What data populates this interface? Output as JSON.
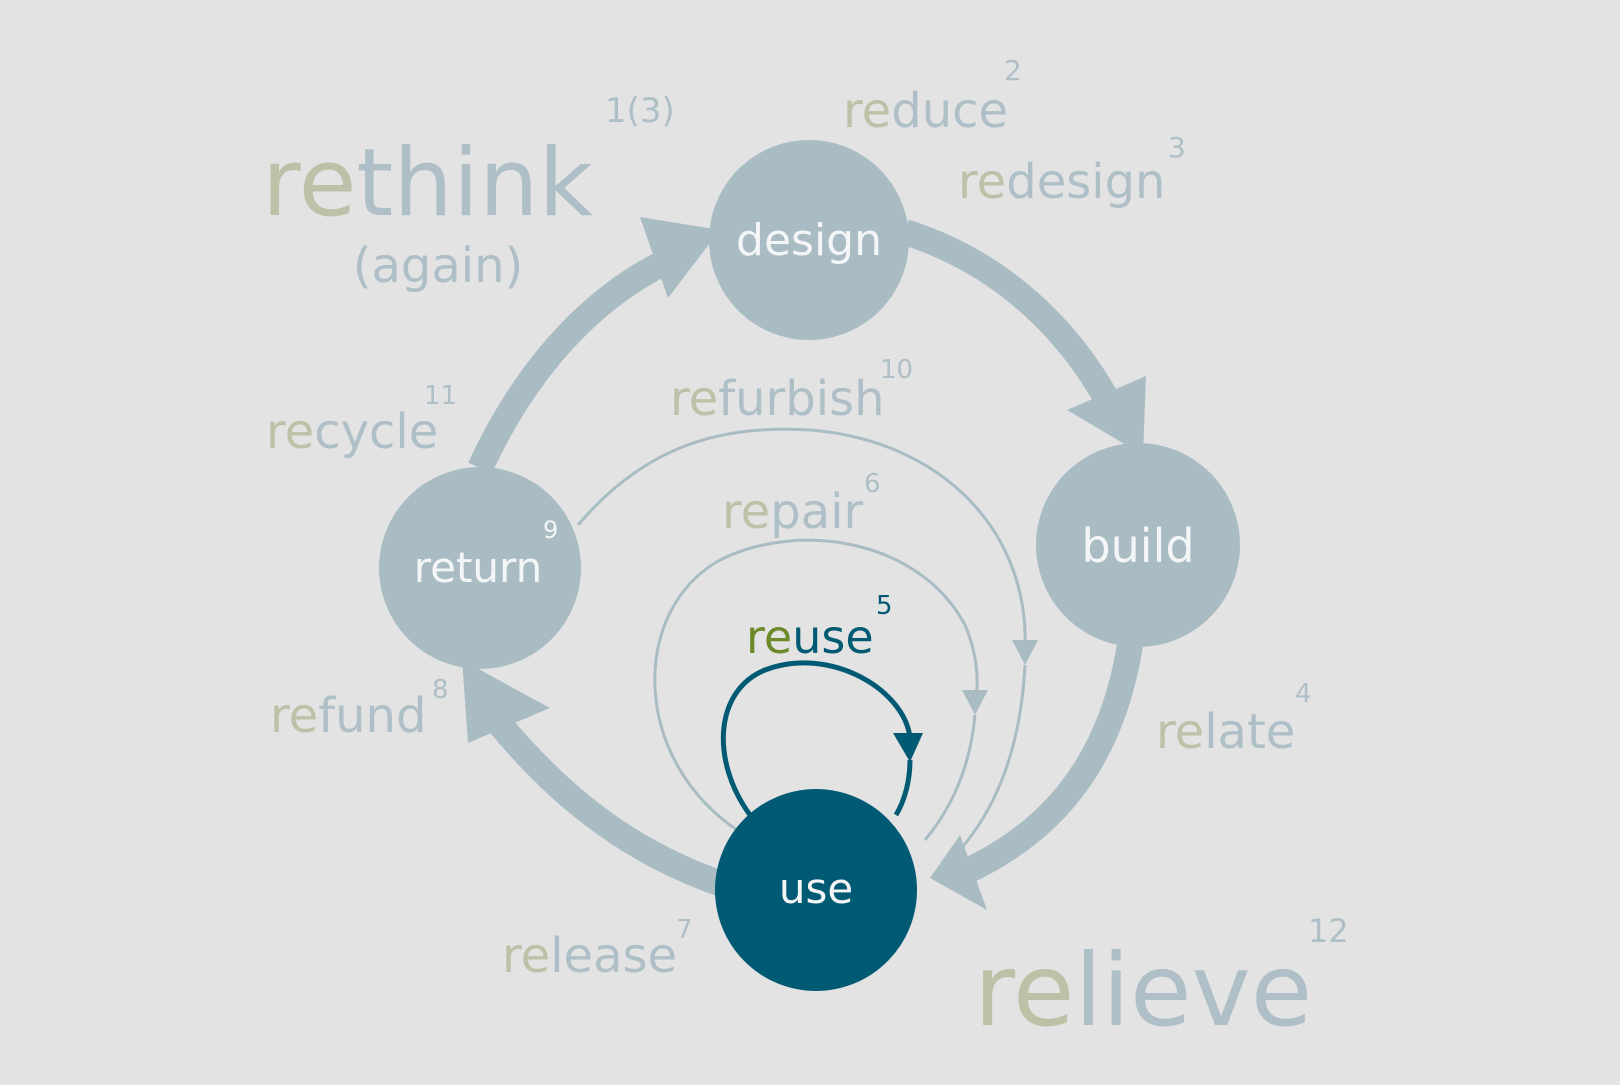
{
  "colors": {
    "background": "#e3e3e3",
    "node": "#a9bcc4",
    "node_active": "#015a73",
    "arrow": "#a9bcc4",
    "arrow_active": "#015a73",
    "label": "#aebfc7",
    "prefix": "#bcc2a8",
    "prefix_active": "#6c8a2a",
    "node_text": "#f3f5f6"
  },
  "nodes": {
    "design": "design",
    "build": "build",
    "use": "use",
    "return": "return"
  },
  "labels": {
    "rethink": {
      "prefix": "re",
      "rest": "think",
      "sup": "1(3)",
      "sub": "(again)"
    },
    "reduce": {
      "prefix": "re",
      "rest": "duce",
      "sup": "2"
    },
    "redesign": {
      "prefix": "re",
      "rest": "design",
      "sup": "3"
    },
    "relate": {
      "prefix": "re",
      "rest": "late",
      "sup": "4"
    },
    "reuse": {
      "prefix": "re",
      "rest": "use",
      "sup": "5"
    },
    "repair": {
      "prefix": "re",
      "rest": "pair",
      "sup": "6"
    },
    "release": {
      "prefix": "re",
      "rest": "lease",
      "sup": "7"
    },
    "refund": {
      "prefix": "re",
      "rest": "fund",
      "sup": "8"
    },
    "return_sup": "9",
    "refurbish": {
      "prefix": "re",
      "rest": "furbish",
      "sup": "10"
    },
    "recycle": {
      "prefix": "re",
      "rest": "cycle",
      "sup": "11"
    },
    "relieve": {
      "prefix": "re",
      "rest": "lieve",
      "sup": "12"
    }
  }
}
